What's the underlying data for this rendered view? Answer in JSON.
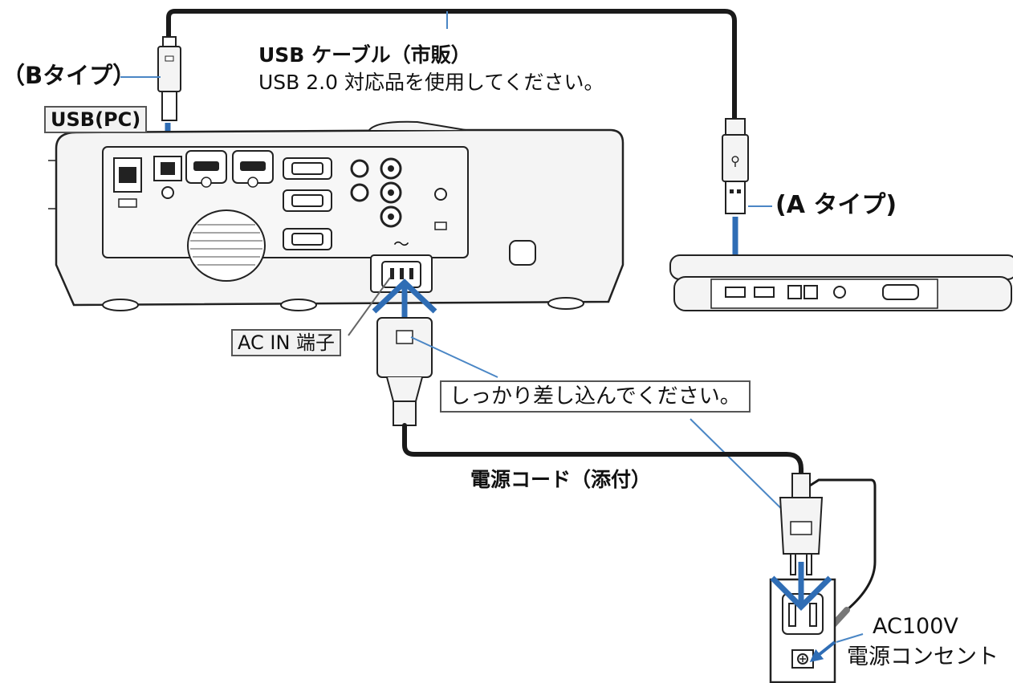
{
  "labels": {
    "usb_cable_title": "USB ケーブル（市販）",
    "usb_cable_note": "USB 2.0 対応品を使用してください。",
    "b_type": "（Bタイプ）",
    "a_type": "(A タイプ)",
    "usb_pc_port": "USB(PC)",
    "ac_in": "AC IN 端子",
    "insert_firmly": "しっかり差し込んでください。",
    "power_cord": "電源コード（添付）",
    "ac100v": "AC100V",
    "outlet": "電源コンセント",
    "ac_symbol": "〜"
  },
  "colors": {
    "arrow": "#2f6db5",
    "leader": "#4a86c5",
    "cable": "#1a1a1a",
    "device_fill": "#f4f4f4",
    "device_stroke": "#222222"
  }
}
